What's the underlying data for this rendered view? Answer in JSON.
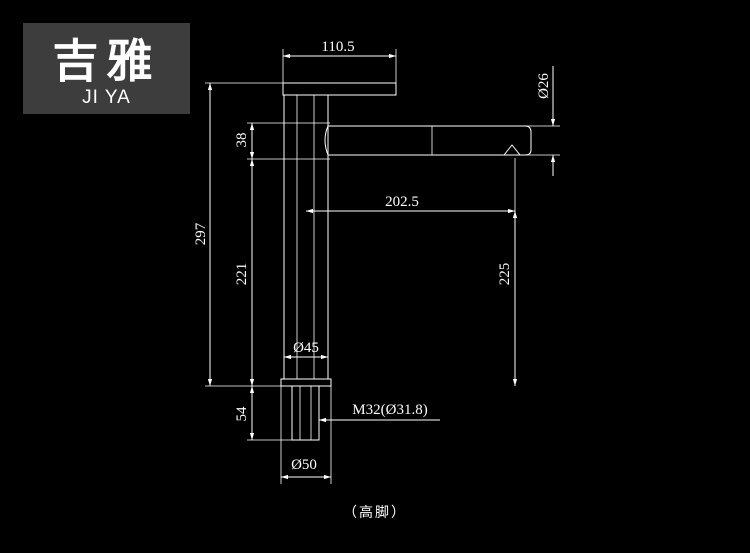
{
  "logo": {
    "chinese": "吉雅",
    "latin": "JI YA"
  },
  "caption": "（高脚）",
  "dimensions": {
    "handle_length": "110.5",
    "spout_diameter": "Ø26",
    "spout_height": "38",
    "total_height": "297",
    "body_height": "221",
    "spout_reach": "202.5",
    "spout_clearance": "225",
    "body_diameter": "Ø45",
    "thread": "M32(Ø31.8)",
    "shank_length": "54",
    "base_diameter": "Ø50"
  },
  "colors": {
    "background": "#000000",
    "lines": "#ffffff",
    "logo_bg": "#3d3d3d"
  }
}
